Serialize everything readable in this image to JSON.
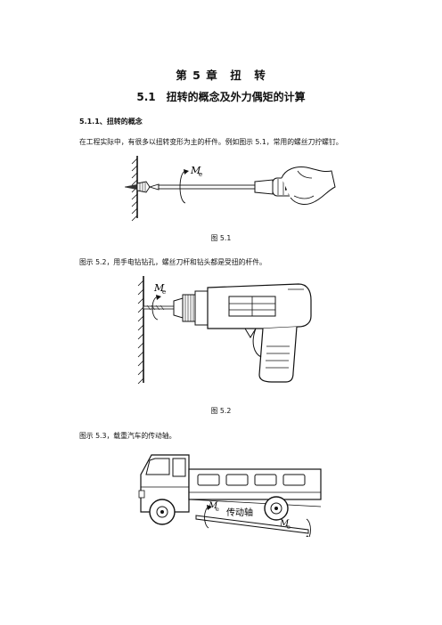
{
  "chapter_title": "第 5 章　扭　转",
  "section_title": "5.1　扭转的概念及外力偶矩的计算",
  "subsection_title": "5.1.1、扭转的概念",
  "paragraphs": [
    "在工程实际中，有很多以扭转变形为主的杆件。例如图示 5.1，常用的螺丝刀拧螺钉。",
    "图示 5.2，用手电钻钻孔，螺丝刀杆和钻头都是受扭的杆件。",
    "图示 5.3，载重汽车的传动轴。"
  ],
  "figures": [
    {
      "caption": "图 5.1",
      "labels": {
        "moment": "M",
        "moment_sub": "e"
      }
    },
    {
      "caption": "图 5.2",
      "labels": {
        "moment": "M",
        "moment_sub": "e"
      }
    },
    {
      "caption": "",
      "labels": {
        "moment": "M",
        "moment_sub": "e",
        "moment2": "M",
        "moment2_sub": "e",
        "shaft": "传动轴"
      }
    }
  ]
}
